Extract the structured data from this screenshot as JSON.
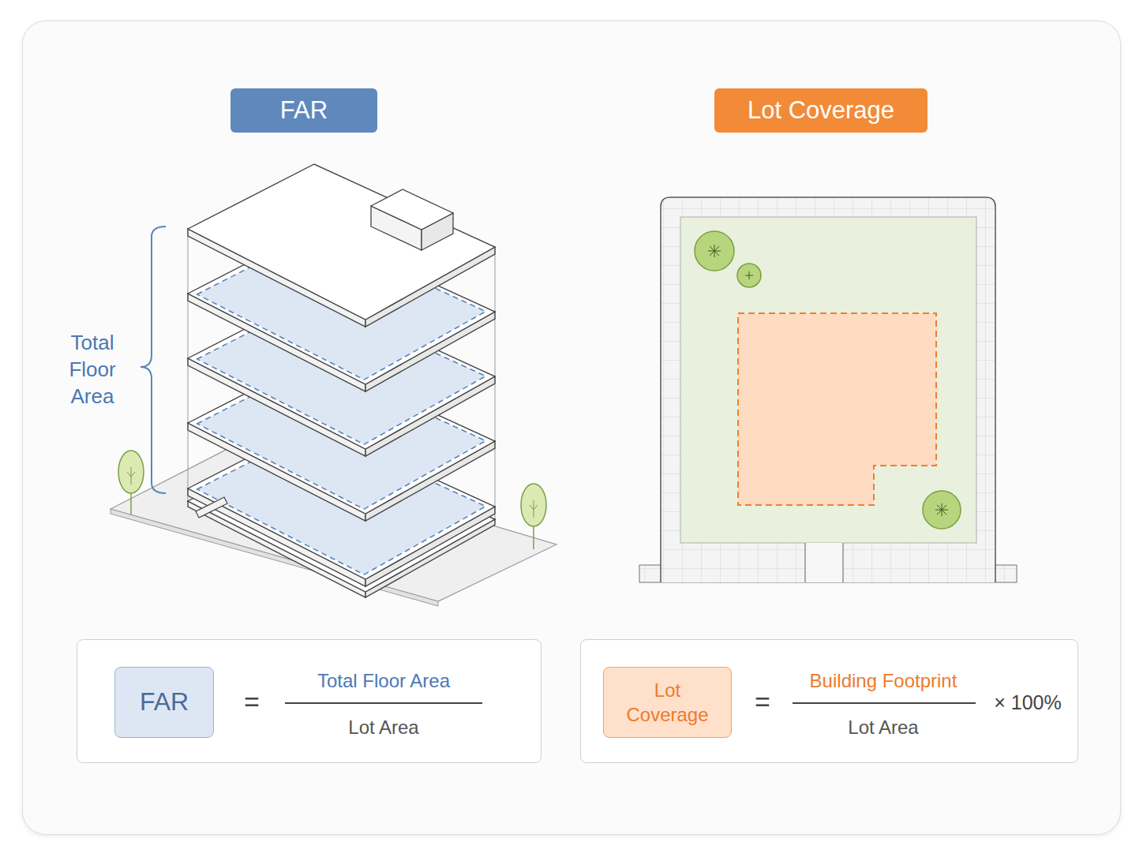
{
  "diagram": {
    "nodes": [
      {
        "text": [
          "FAR"
        ]
      },
      {
        "text": [
          "Lot Coverage"
        ]
      },
      {
        "text": [
          "=",
          "Total Floor Area",
          "Lot Area"
        ]
      },
      {
        "text": [
          "FAR"
        ],
        "in": 2
      },
      {
        "text": [
          "=",
          "Building Footprint",
          "Lot Area",
          "× 100%"
        ]
      },
      {
        "text": [
          "Lot Coverage"
        ],
        "in": 4
      }
    ],
    "labels": [
      "Total Floor Area"
    ]
  }
}
